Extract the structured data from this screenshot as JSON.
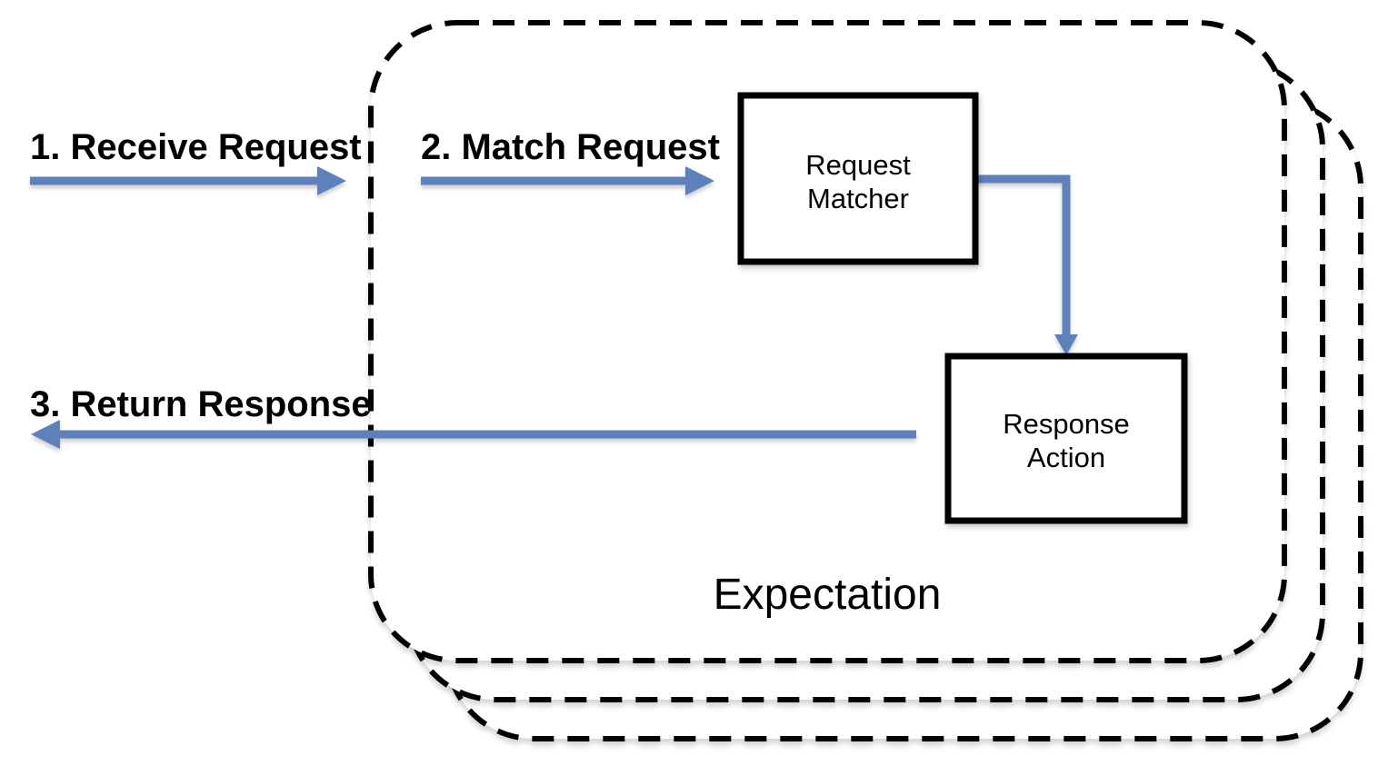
{
  "diagram": {
    "title": "Expectation",
    "colors": {
      "arrow": "#5e81bc",
      "line": "#000000",
      "background": "#ffffff",
      "text": "#000000"
    },
    "steps": [
      {
        "label": "1. Receive Request",
        "direction": "right"
      },
      {
        "label": "2. Match Request",
        "direction": "right"
      },
      {
        "label": "3. Return Response",
        "direction": "left"
      }
    ],
    "nodes": {
      "request_matcher": {
        "line1": "Request",
        "line2": "Matcher"
      },
      "response_action": {
        "line1": "Response",
        "line2": "Action"
      }
    }
  }
}
